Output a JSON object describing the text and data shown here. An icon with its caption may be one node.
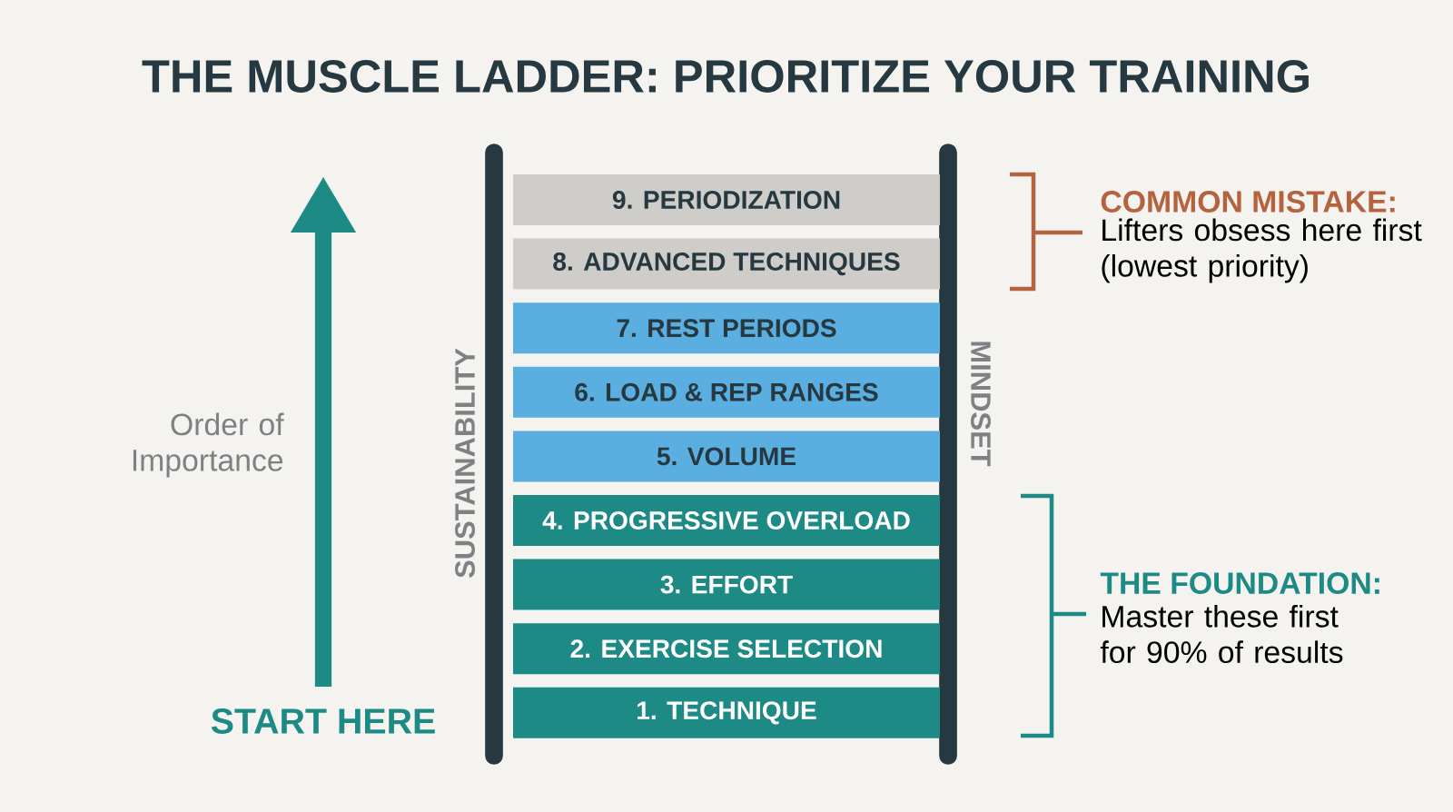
{
  "diagram": {
    "title": "THE MUSCLE LADDER: PRIORITIZE YOUR TRAINING",
    "nodes": [
      {
        "text": [
          "9. PERIODIZATION"
        ]
      },
      {
        "text": [
          "8. ADVANCED TECHNIQUES"
        ]
      },
      {
        "text": [
          "7. REST PERIODS"
        ]
      },
      {
        "text": [
          "6. LOAD & REP RANGES"
        ]
      },
      {
        "text": [
          "5. VOLUME"
        ]
      },
      {
        "text": [
          "4. PROGRESSIVE OVERLOAD"
        ]
      },
      {
        "text": [
          "3. EFFORT"
        ]
      },
      {
        "text": [
          "2. EXERCISE SELECTION"
        ]
      },
      {
        "text": [
          "1. TECHNIQUE"
        ]
      }
    ],
    "labels": [
      "COMMON MISTAKE:",
      "Lifters obsess here first (lowest priority)",
      "Order of Importance",
      "SUSTAINABILITY",
      "MINDSET",
      "THE FOUNDATION:",
      "Master these first for 90% of results",
      "START HERE"
    ]
  }
}
